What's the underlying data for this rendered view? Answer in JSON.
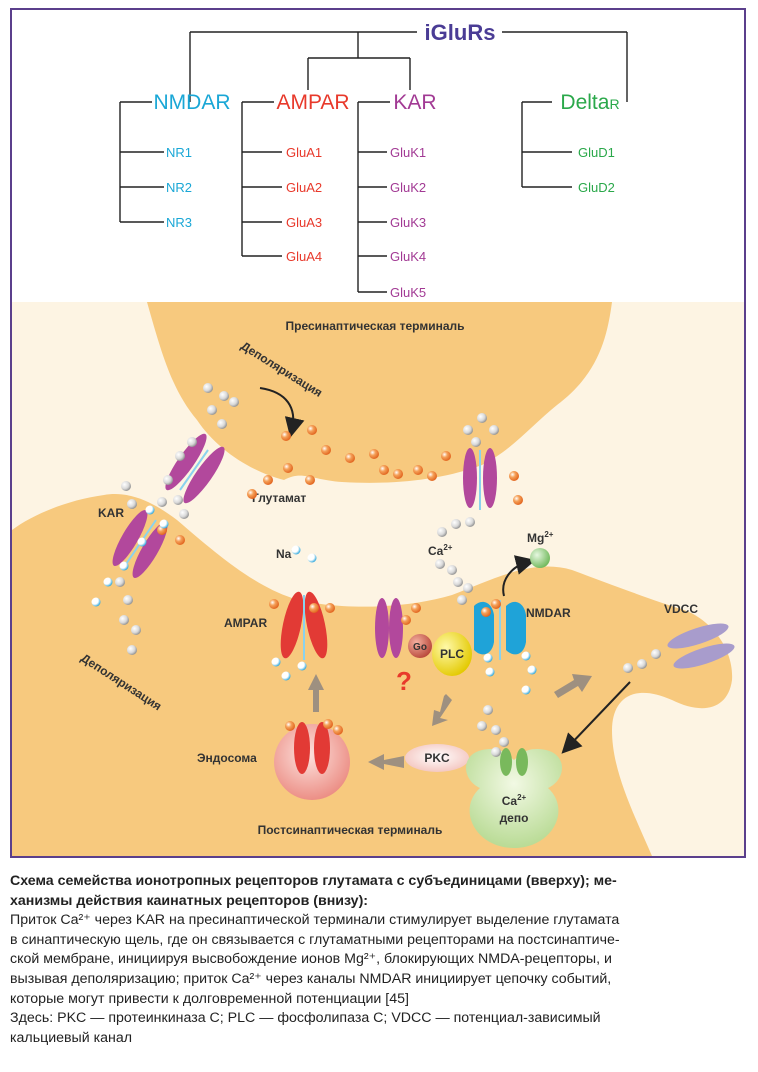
{
  "tree": {
    "root": "iGluRs",
    "families": [
      {
        "name": "NMDAR",
        "color": "#1aa7d6",
        "subunits": [
          "NR1",
          "NR2",
          "NR3"
        ]
      },
      {
        "name": "AMPAR",
        "color": "#e8392b",
        "subunits": [
          "GluA1",
          "GluA2",
          "GluA3",
          "GluA4"
        ]
      },
      {
        "name": "KAR",
        "color": "#a23a94",
        "subunits": [
          "GluK1",
          "GluK2",
          "GluK3",
          "GluK4",
          "GluK5"
        ]
      },
      {
        "name": "Delta",
        "name_sub": "R",
        "color": "#2aa84a",
        "subunits": [
          "GluD1",
          "GluD2"
        ]
      }
    ]
  },
  "synapse": {
    "presynaptic": "Пресинаптическая терминаль",
    "postsynaptic": "Постсинаптическая терминаль",
    "depolarization_top": "Деполяризация",
    "depolarization_bottom": "Деполяризация",
    "glutamate": "Глутамат",
    "kar": "KAR",
    "na": "Na",
    "na_sup": "+",
    "ca": "Ca",
    "ca_sup": "2+",
    "mg": "Mg",
    "mg_sup": "2+",
    "ampar": "AMPAR",
    "nmdar": "NMDAR",
    "vdcc": "VDCC",
    "go": "Go",
    "plc": "PLC",
    "question": "?",
    "pkc": "PKC",
    "endosome": "Эндосома",
    "ca_depot_line1": "Ca",
    "ca_depot_sup": "2+",
    "ca_depot_line2": "депо"
  },
  "caption": {
    "title_lines": [
      "Схема семейства ионотропных рецепторов глутамата с субъединицами (вверху); ме-",
      "ханизмы действия каинатных рецепторов (внизу):"
    ],
    "body_lines": [
      "Приток Ca²⁺ через KAR на пресинаптической терминали стимулирует выделение глутамата",
      "в синаптическую щель, где он связывается с глутаматными рецепторами на постсинаптиче-",
      "ской мембране, инициируя высвобождение ионов Mg²⁺, блокирующих NMDA-рецепторы, и",
      "вызывая деполяризацию; приток Ca²⁺ через каналы NMDAR инициирует цепочку событий,",
      "которые могут привести к долговременной потенциации [45]"
    ],
    "abbrev_lines": [
      "Здесь: PKC — протеинкиназа С; PLC — фосфолипаза С; VDCC — потенциал-зависимый",
      "кальциевый канал"
    ]
  },
  "colors": {
    "frame": "#5b3f8c",
    "root": "#4a3c95",
    "membrane": "#f7c97e",
    "kar_receptor": "#b2489c",
    "ampar_receptor": "#e23a35",
    "nmdar_receptor": "#1fa3d8",
    "vdcc": "#a89ccc"
  }
}
